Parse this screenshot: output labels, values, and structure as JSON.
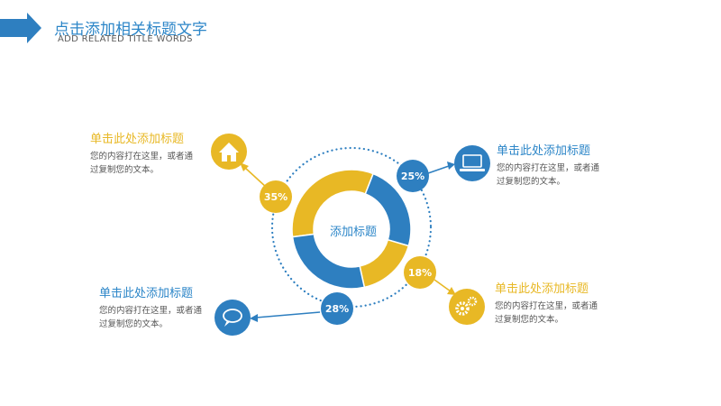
{
  "header": {
    "title_cn": "点击添加相关标题文字",
    "title_en": "ADD RELATED TITLE WORDS"
  },
  "colors": {
    "blue": "#2e7fc0",
    "yellow": "#e8b825",
    "accent_title": "#2c86c8"
  },
  "center_label": "添加标题",
  "chart_data": {
    "type": "pie",
    "variant": "donut",
    "segments": [
      {
        "label": "35%",
        "value": 35,
        "color": "#e8b825"
      },
      {
        "label": "25%",
        "value": 25,
        "color": "#2e7fc0"
      },
      {
        "label": "18%",
        "value": 18,
        "color": "#e8b825"
      },
      {
        "label": "28%",
        "value": 28,
        "color": "#2e7fc0"
      }
    ]
  },
  "blocks": [
    {
      "id": "top-left",
      "heading": "单击此处添加标题",
      "line1": "您的内容打在这里，或者通",
      "line2": "过复制您的文本。",
      "color": "#e8b825",
      "icon": "house-icon"
    },
    {
      "id": "top-right",
      "heading": "单击此处添加标题",
      "line1": "您的内容打在这里，或者通",
      "line2": "过复制您的文本。",
      "color": "#2c86c8",
      "icon": "laptop-icon"
    },
    {
      "id": "bottom-right",
      "heading": "单击此处添加标题",
      "line1": "您的内容打在这里，或者通",
      "line2": "过复制您的文本。",
      "color": "#e8b825",
      "icon": "gears-icon"
    },
    {
      "id": "bottom-left",
      "heading": "单击此处添加标题",
      "line1": "您的内容打在这里，或者通",
      "line2": "过复制您的文本。",
      "color": "#2c86c8",
      "icon": "chat-bubble-icon"
    }
  ]
}
